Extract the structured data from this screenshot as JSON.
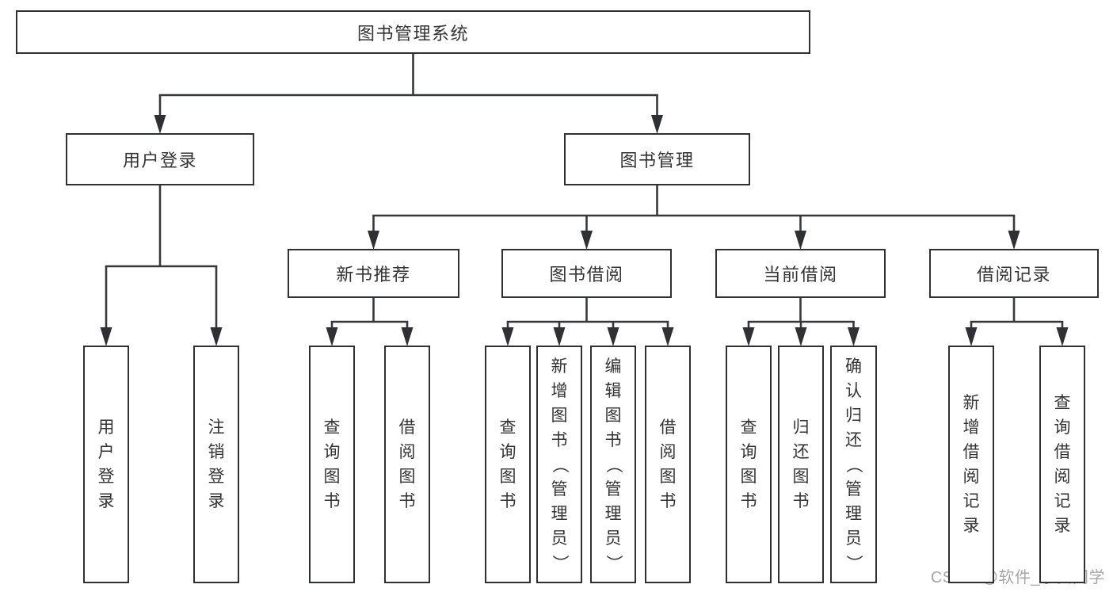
{
  "diagram": {
    "title": "图书管理系统",
    "nodes": [
      {
        "id": "root",
        "label": "图书管理系统"
      },
      {
        "id": "user-login",
        "label": "用户登录"
      },
      {
        "id": "book-management",
        "label": "图书管理"
      },
      {
        "id": "new-book-recommend",
        "label": "新书推荐"
      },
      {
        "id": "book-borrowing",
        "label": "图书借阅"
      },
      {
        "id": "current-borrowing",
        "label": "当前借阅"
      },
      {
        "id": "borrowing-records",
        "label": "借阅记录"
      },
      {
        "id": "leaf-user-login",
        "label": "用户登录"
      },
      {
        "id": "leaf-logout",
        "label": "注销登录"
      },
      {
        "id": "nbr-query-books",
        "label": "查询图书"
      },
      {
        "id": "nbr-borrow-books",
        "label": "借阅图书"
      },
      {
        "id": "bb-query-books",
        "label": "查询图书"
      },
      {
        "id": "bb-add-books",
        "label": "新增图书（管理员）"
      },
      {
        "id": "bb-edit-books",
        "label": "编辑图书（管理员）"
      },
      {
        "id": "bb-borrow-books",
        "label": "借阅图书"
      },
      {
        "id": "cb-query-books",
        "label": "查询图书"
      },
      {
        "id": "cb-return-books",
        "label": "归还图书"
      },
      {
        "id": "cb-confirm-return",
        "label": "确认归还（管理员）"
      },
      {
        "id": "br-add-record",
        "label": "新增借阅记录"
      },
      {
        "id": "br-query-record",
        "label": "查询借阅记录"
      }
    ],
    "hierarchy": [
      {
        "parent": "root",
        "children": [
          "user-login",
          "book-management"
        ]
      },
      {
        "parent": "user-login",
        "children": [
          "leaf-user-login",
          "leaf-logout"
        ]
      },
      {
        "parent": "book-management",
        "children": [
          "new-book-recommend",
          "book-borrowing",
          "current-borrowing",
          "borrowing-records"
        ]
      },
      {
        "parent": "new-book-recommend",
        "children": [
          "nbr-query-books",
          "nbr-borrow-books"
        ]
      },
      {
        "parent": "book-borrowing",
        "children": [
          "bb-query-books",
          "bb-add-books",
          "bb-edit-books",
          "bb-borrow-books"
        ]
      },
      {
        "parent": "current-borrowing",
        "children": [
          "cb-query-books",
          "cb-return-books",
          "cb-confirm-return"
        ]
      },
      {
        "parent": "borrowing-records",
        "children": [
          "br-add-record",
          "br-query-record"
        ]
      }
    ]
  },
  "watermark": {
    "text": "CSDN @软件_小贺同学"
  },
  "colors": {
    "background": "#ffffff",
    "box_fill": "#ffffff",
    "box_border": "#2e3033",
    "line": "#36383b",
    "text": "#333333",
    "watermark_text": "#a6a6a6"
  }
}
